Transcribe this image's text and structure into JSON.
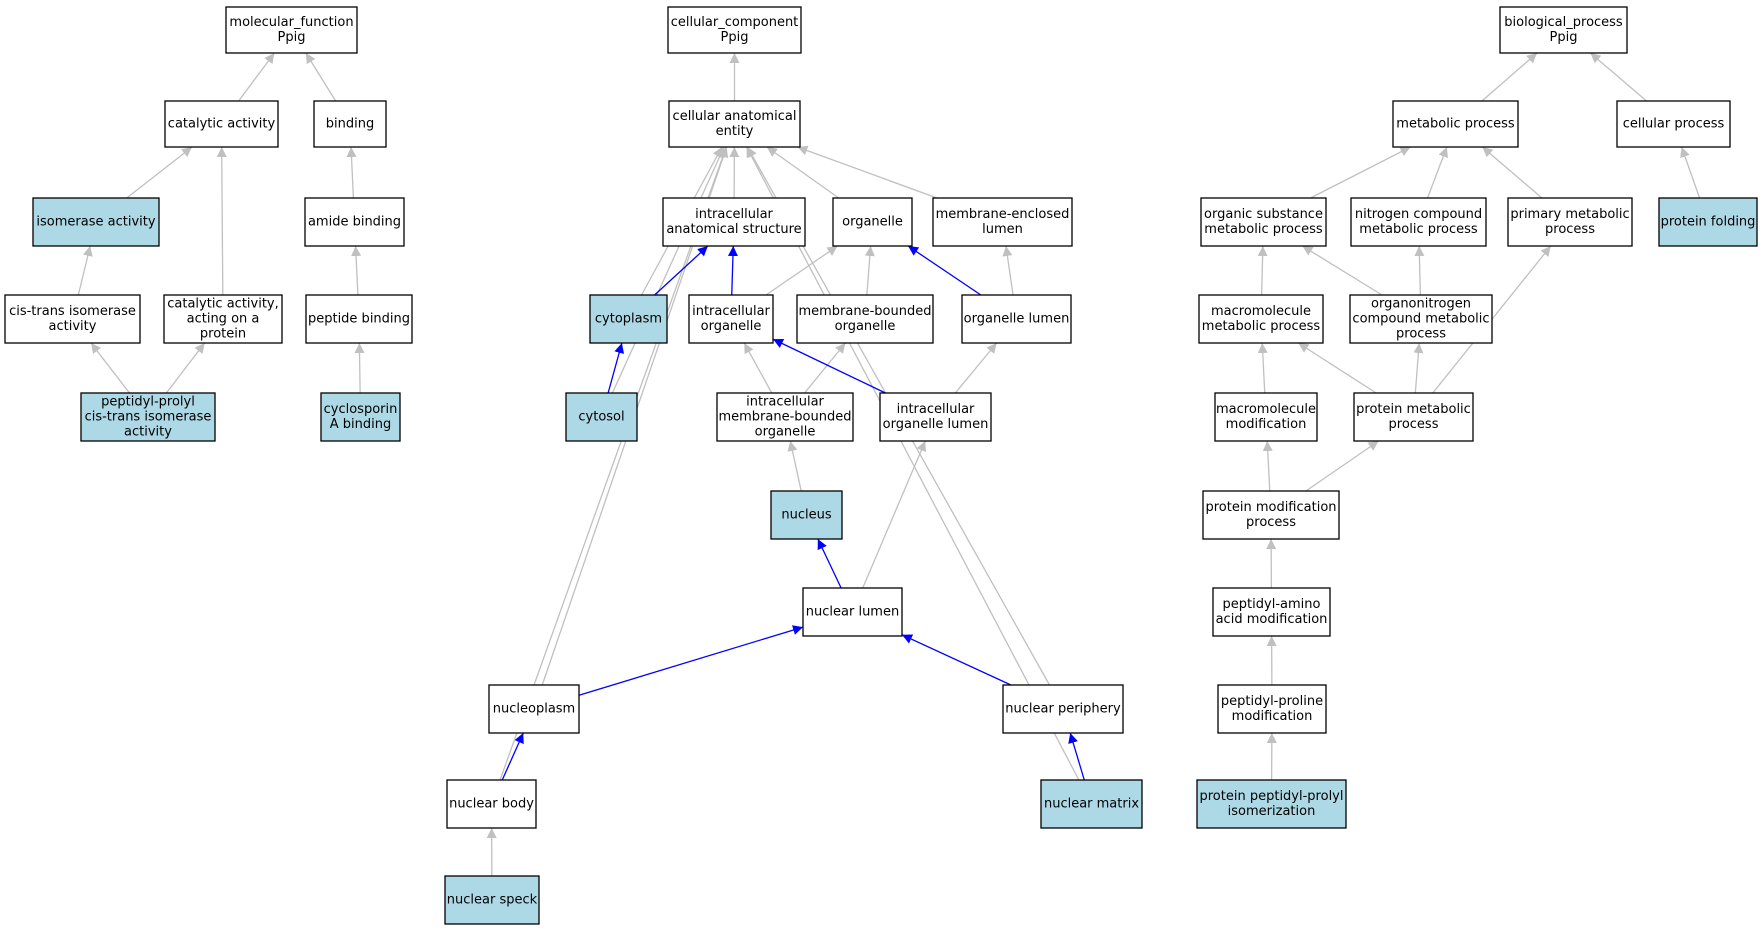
{
  "colors": {
    "node_fill": "#ffffff",
    "highlight_fill": "#add8e6",
    "node_stroke": "#000000",
    "edge_gray": "#c0c0c0",
    "edge_blue": "#0000ff"
  },
  "nodes": [
    {
      "id": "mf",
      "lines": [
        "molecular_function",
        "Ppig"
      ],
      "highlight": false
    },
    {
      "id": "catalytic",
      "lines": [
        "catalytic activity"
      ],
      "highlight": false
    },
    {
      "id": "binding",
      "lines": [
        "binding"
      ],
      "highlight": false
    },
    {
      "id": "isomerase",
      "lines": [
        "isomerase activity"
      ],
      "highlight": true
    },
    {
      "id": "amide",
      "lines": [
        "amide binding"
      ],
      "highlight": false
    },
    {
      "id": "cistrans",
      "lines": [
        "cis-trans isomerase",
        "activity"
      ],
      "highlight": false
    },
    {
      "id": "catprot",
      "lines": [
        "catalytic activity,",
        "acting on a",
        "protein"
      ],
      "highlight": false
    },
    {
      "id": "peptidebind",
      "lines": [
        "peptide binding"
      ],
      "highlight": false
    },
    {
      "id": "ppiase",
      "lines": [
        "peptidyl-prolyl",
        "cis-trans isomerase",
        "activity"
      ],
      "highlight": true
    },
    {
      "id": "cyclosporin",
      "lines": [
        "cyclosporin",
        "A binding"
      ],
      "highlight": true
    },
    {
      "id": "cc",
      "lines": [
        "cellular_component",
        "Ppig"
      ],
      "highlight": false
    },
    {
      "id": "cae",
      "lines": [
        "cellular anatomical",
        "entity"
      ],
      "highlight": false
    },
    {
      "id": "ias",
      "lines": [
        "intracellular",
        "anatomical structure"
      ],
      "highlight": false
    },
    {
      "id": "organelle",
      "lines": [
        "organelle"
      ],
      "highlight": false
    },
    {
      "id": "mel",
      "lines": [
        "membrane-enclosed",
        "lumen"
      ],
      "highlight": false
    },
    {
      "id": "cytoplasm",
      "lines": [
        "cytoplasm"
      ],
      "highlight": true
    },
    {
      "id": "io",
      "lines": [
        "intracellular",
        "organelle"
      ],
      "highlight": false
    },
    {
      "id": "mbo",
      "lines": [
        "membrane-bounded",
        "organelle"
      ],
      "highlight": false
    },
    {
      "id": "ol",
      "lines": [
        "organelle lumen"
      ],
      "highlight": false
    },
    {
      "id": "cytosol",
      "lines": [
        "cytosol"
      ],
      "highlight": true
    },
    {
      "id": "imbo",
      "lines": [
        "intracellular",
        "membrane-bounded",
        "organelle"
      ],
      "highlight": false
    },
    {
      "id": "iol",
      "lines": [
        "intracellular",
        "organelle lumen"
      ],
      "highlight": false
    },
    {
      "id": "nucleus",
      "lines": [
        "nucleus"
      ],
      "highlight": true
    },
    {
      "id": "nl",
      "lines": [
        "nuclear lumen"
      ],
      "highlight": false
    },
    {
      "id": "nucleoplasm",
      "lines": [
        "nucleoplasm"
      ],
      "highlight": false
    },
    {
      "id": "np",
      "lines": [
        "nuclear periphery"
      ],
      "highlight": false
    },
    {
      "id": "nb",
      "lines": [
        "nuclear body"
      ],
      "highlight": false
    },
    {
      "id": "nm",
      "lines": [
        "nuclear matrix"
      ],
      "highlight": true
    },
    {
      "id": "ns",
      "lines": [
        "nuclear speck"
      ],
      "highlight": true
    },
    {
      "id": "bp",
      "lines": [
        "biological_process",
        "Ppig"
      ],
      "highlight": false
    },
    {
      "id": "metab",
      "lines": [
        "metabolic process"
      ],
      "highlight": false
    },
    {
      "id": "cellproc",
      "lines": [
        "cellular process"
      ],
      "highlight": false
    },
    {
      "id": "osmp",
      "lines": [
        "organic substance",
        "metabolic process"
      ],
      "highlight": false
    },
    {
      "id": "ncmp",
      "lines": [
        "nitrogen compound",
        "metabolic process"
      ],
      "highlight": false
    },
    {
      "id": "pmp",
      "lines": [
        "primary metabolic",
        "process"
      ],
      "highlight": false
    },
    {
      "id": "pf",
      "lines": [
        "protein folding"
      ],
      "highlight": true
    },
    {
      "id": "mmp",
      "lines": [
        "macromolecule",
        "metabolic process"
      ],
      "highlight": false
    },
    {
      "id": "oncmp",
      "lines": [
        "organonitrogen",
        "compound metabolic",
        "process"
      ],
      "highlight": false
    },
    {
      "id": "mm",
      "lines": [
        "macromolecule",
        "modification"
      ],
      "highlight": false
    },
    {
      "id": "protmp",
      "lines": [
        "protein metabolic",
        "process"
      ],
      "highlight": false
    },
    {
      "id": "pmod",
      "lines": [
        "protein modification",
        "process"
      ],
      "highlight": false
    },
    {
      "id": "pam",
      "lines": [
        "peptidyl-amino",
        "acid modification"
      ],
      "highlight": false
    },
    {
      "id": "ppm",
      "lines": [
        "peptidyl-proline",
        "modification"
      ],
      "highlight": false
    },
    {
      "id": "ppi",
      "lines": [
        "protein peptidyl-prolyl",
        "isomerization"
      ],
      "highlight": true
    }
  ],
  "edges": [
    {
      "from": "catalytic",
      "to": "mf",
      "color": "gray"
    },
    {
      "from": "binding",
      "to": "mf",
      "color": "gray"
    },
    {
      "from": "isomerase",
      "to": "catalytic",
      "color": "gray"
    },
    {
      "from": "catprot",
      "to": "catalytic",
      "color": "gray"
    },
    {
      "from": "amide",
      "to": "binding",
      "color": "gray"
    },
    {
      "from": "cistrans",
      "to": "isomerase",
      "color": "gray"
    },
    {
      "from": "peptidebind",
      "to": "amide",
      "color": "gray"
    },
    {
      "from": "ppiase",
      "to": "cistrans",
      "color": "gray"
    },
    {
      "from": "ppiase",
      "to": "catprot",
      "color": "gray"
    },
    {
      "from": "cyclosporin",
      "to": "peptidebind",
      "color": "gray"
    },
    {
      "from": "cae",
      "to": "cc",
      "color": "gray"
    },
    {
      "from": "ias",
      "to": "cae",
      "color": "gray"
    },
    {
      "from": "organelle",
      "to": "cae",
      "color": "gray"
    },
    {
      "from": "mel",
      "to": "cae",
      "color": "gray"
    },
    {
      "from": "cytoplasm",
      "to": "cae",
      "color": "gray"
    },
    {
      "from": "cytosol",
      "to": "cae",
      "color": "gray"
    },
    {
      "from": "nucleoplasm",
      "to": "cae",
      "color": "gray"
    },
    {
      "from": "nb",
      "to": "cae",
      "color": "gray"
    },
    {
      "from": "np",
      "to": "cae",
      "color": "gray"
    },
    {
      "from": "nm",
      "to": "cae",
      "color": "gray"
    },
    {
      "from": "cytoplasm",
      "to": "ias",
      "color": "blue"
    },
    {
      "from": "io",
      "to": "ias",
      "color": "blue"
    },
    {
      "from": "io",
      "to": "organelle",
      "color": "gray"
    },
    {
      "from": "mbo",
      "to": "organelle",
      "color": "gray"
    },
    {
      "from": "ol",
      "to": "organelle",
      "color": "blue"
    },
    {
      "from": "ol",
      "to": "mel",
      "color": "gray"
    },
    {
      "from": "cytosol",
      "to": "cytoplasm",
      "color": "blue"
    },
    {
      "from": "imbo",
      "to": "io",
      "color": "gray"
    },
    {
      "from": "imbo",
      "to": "mbo",
      "color": "gray"
    },
    {
      "from": "iol",
      "to": "io",
      "color": "blue"
    },
    {
      "from": "iol",
      "to": "ol",
      "color": "gray"
    },
    {
      "from": "nucleus",
      "to": "imbo",
      "color": "gray"
    },
    {
      "from": "nl",
      "to": "nucleus",
      "color": "blue"
    },
    {
      "from": "nl",
      "to": "iol",
      "color": "gray"
    },
    {
      "from": "nucleoplasm",
      "to": "nl",
      "color": "blue"
    },
    {
      "from": "np",
      "to": "nl",
      "color": "blue"
    },
    {
      "from": "nb",
      "to": "nucleoplasm",
      "color": "blue"
    },
    {
      "from": "nm",
      "to": "np",
      "color": "blue"
    },
    {
      "from": "ns",
      "to": "nb",
      "color": "gray"
    },
    {
      "from": "metab",
      "to": "bp",
      "color": "gray"
    },
    {
      "from": "cellproc",
      "to": "bp",
      "color": "gray"
    },
    {
      "from": "osmp",
      "to": "metab",
      "color": "gray"
    },
    {
      "from": "ncmp",
      "to": "metab",
      "color": "gray"
    },
    {
      "from": "pmp",
      "to": "metab",
      "color": "gray"
    },
    {
      "from": "pf",
      "to": "cellproc",
      "color": "gray"
    },
    {
      "from": "mmp",
      "to": "osmp",
      "color": "gray"
    },
    {
      "from": "oncmp",
      "to": "osmp",
      "color": "gray"
    },
    {
      "from": "oncmp",
      "to": "ncmp",
      "color": "gray"
    },
    {
      "from": "mm",
      "to": "mmp",
      "color": "gray"
    },
    {
      "from": "protmp",
      "to": "mmp",
      "color": "gray"
    },
    {
      "from": "protmp",
      "to": "oncmp",
      "color": "gray"
    },
    {
      "from": "protmp",
      "to": "pmp",
      "color": "gray"
    },
    {
      "from": "pmod",
      "to": "mm",
      "color": "gray"
    },
    {
      "from": "pmod",
      "to": "protmp",
      "color": "gray"
    },
    {
      "from": "pam",
      "to": "pmod",
      "color": "gray"
    },
    {
      "from": "ppm",
      "to": "pam",
      "color": "gray"
    },
    {
      "from": "ppi",
      "to": "ppm",
      "color": "gray"
    }
  ]
}
